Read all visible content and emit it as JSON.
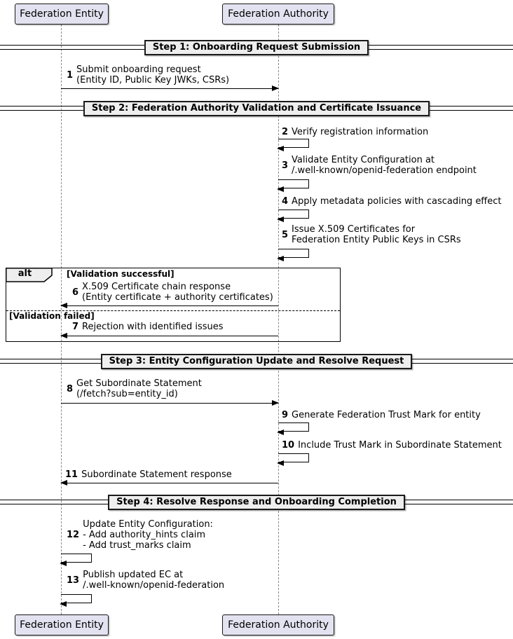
{
  "participants": [
    {
      "name": "Federation Entity"
    },
    {
      "name": "Federation Authority"
    }
  ],
  "dividers": [
    {
      "label": "Step 1: Onboarding Request Submission"
    },
    {
      "label": "Step 2: Federation Authority Validation and Certificate Issuance"
    },
    {
      "label": "Step 3: Entity Configuration Update and Resolve Request"
    },
    {
      "label": "Step 4: Resolve Response and Onboarding Completion"
    }
  ],
  "alt_frame": {
    "label": "alt",
    "guard_success": "[Validation successful]",
    "guard_failed": "[Validation failed]"
  },
  "messages": [
    {
      "num": "1",
      "from": "Federation Entity",
      "to": "Federation Authority",
      "kind": "solid-right",
      "lines": [
        "Submit onboarding request",
        "(Entity ID, Public Key JWKs, CSRs)"
      ]
    },
    {
      "num": "2",
      "from": "Federation Authority",
      "to": "Federation Authority",
      "kind": "self",
      "lines": [
        "Verify registration information"
      ]
    },
    {
      "num": "3",
      "from": "Federation Authority",
      "to": "Federation Authority",
      "kind": "self",
      "lines": [
        "Validate Entity Configuration at",
        "/.well-known/openid-federation endpoint"
      ]
    },
    {
      "num": "4",
      "from": "Federation Authority",
      "to": "Federation Authority",
      "kind": "self",
      "lines": [
        "Apply metadata policies with cascading effect"
      ]
    },
    {
      "num": "5",
      "from": "Federation Authority",
      "to": "Federation Authority",
      "kind": "self",
      "lines": [
        "Issue X.509 Certificates for",
        "Federation Entity Public Keys in CSRs"
      ]
    },
    {
      "num": "6",
      "from": "Federation Authority",
      "to": "Federation Entity",
      "kind": "solid-left",
      "lines": [
        "X.509 Certificate chain response",
        "(Entity certificate + authority certificates)"
      ]
    },
    {
      "num": "7",
      "from": "Federation Authority",
      "to": "Federation Entity",
      "kind": "solid-left",
      "lines": [
        "Rejection with identified issues"
      ]
    },
    {
      "num": "8",
      "from": "Federation Entity",
      "to": "Federation Authority",
      "kind": "solid-right",
      "lines": [
        "Get Subordinate Statement",
        "(/fetch?sub=entity_id)"
      ]
    },
    {
      "num": "9",
      "from": "Federation Authority",
      "to": "Federation Authority",
      "kind": "self",
      "lines": [
        "Generate Federation Trust Mark for entity"
      ]
    },
    {
      "num": "10",
      "from": "Federation Authority",
      "to": "Federation Authority",
      "kind": "self",
      "lines": [
        "Include Trust Mark in Subordinate Statement"
      ]
    },
    {
      "num": "11",
      "from": "Federation Authority",
      "to": "Federation Entity",
      "kind": "solid-left",
      "lines": [
        "Subordinate Statement response"
      ]
    },
    {
      "num": "12",
      "from": "Federation Entity",
      "to": "Federation Entity",
      "kind": "self",
      "lines": [
        "Update Entity Configuration:",
        "- Add authority_hints claim",
        "- Add trust_marks claim"
      ]
    },
    {
      "num": "13",
      "from": "Federation Entity",
      "to": "Federation Entity",
      "kind": "self",
      "lines": [
        "Publish updated EC at",
        "/.well-known/openid-federation"
      ]
    }
  ],
  "colors": {
    "background": "#FFFFFF",
    "participant_fill": "#E2E2F0",
    "participant_border": "#181818",
    "divider_fill": "#EEEEEE",
    "frame_border": "#000000",
    "lifeline": "#888888",
    "arrow": "#000000"
  }
}
